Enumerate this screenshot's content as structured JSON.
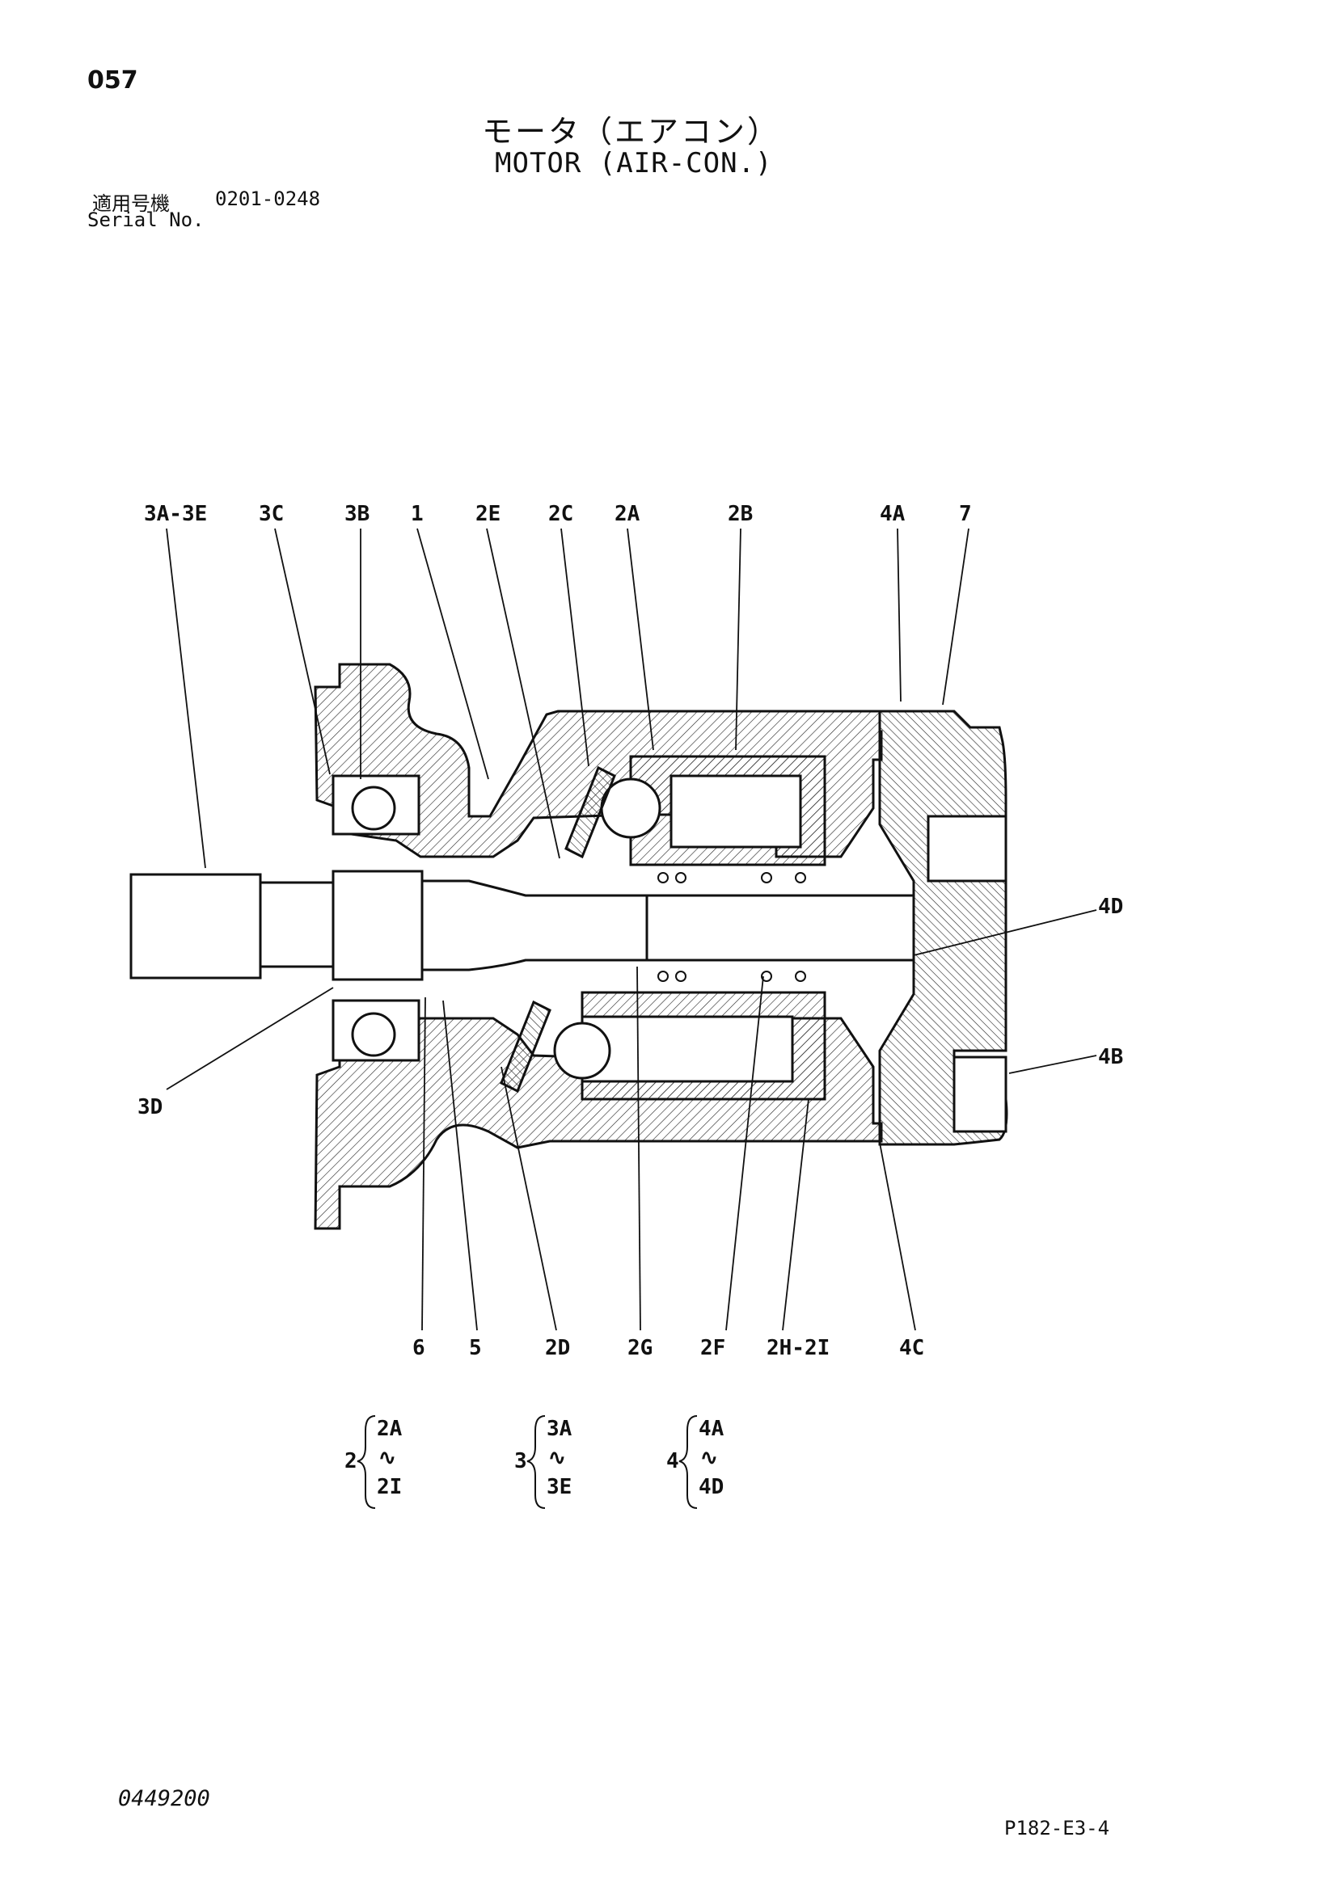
{
  "header": {
    "page_number": "057",
    "title_jp": "モータ（エアコン）",
    "title_en": "MOTOR (AIR-CON.)",
    "serial_label_jp": "適用号機",
    "serial_range": "0201-0248",
    "serial_label_en": "Serial No."
  },
  "callouts_top": [
    "3A-3E",
    "3C",
    "3B",
    "1",
    "2E",
    "2C",
    "2A",
    "2B",
    "4A",
    "7"
  ],
  "callouts_right": [
    "4D",
    "4B"
  ],
  "callouts_left": [
    "3D"
  ],
  "callouts_bottom": [
    "6",
    "5",
    "2D",
    "2G",
    "2F",
    "2H-2I",
    "4C"
  ],
  "groups": [
    {
      "number": "2",
      "first": "2A",
      "sep": "∿",
      "last": "2I"
    },
    {
      "number": "3",
      "first": "3A",
      "sep": "∿",
      "last": "3E"
    },
    {
      "number": "4",
      "first": "4A",
      "sep": "∿",
      "last": "4D"
    }
  ],
  "footer": {
    "doc_code": "0449200",
    "page_ref": "P182-E3-4"
  }
}
